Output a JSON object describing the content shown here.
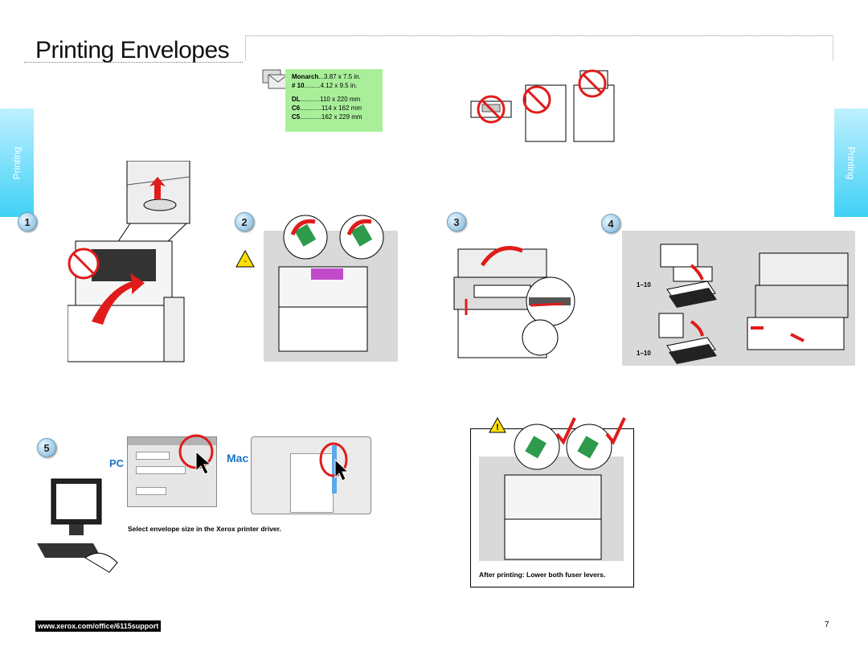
{
  "page": {
    "title": "Printing Envelopes",
    "side_tab_label": "Printing",
    "page_number": "7",
    "support_url": "www.xerox.com/office/6115support"
  },
  "envelope_sizes": [
    {
      "name": "Monarch",
      "dots": "...",
      "size": "3.87 x 7.5 in."
    },
    {
      "name": "# 10",
      "dots": ".........",
      "size": "4.12 x 9.5 in."
    },
    {
      "name": "DL",
      "dots": "...........",
      "size": "110 x 220 mm"
    },
    {
      "name": "C6",
      "dots": "............",
      "size": "114 x 162 mm"
    },
    {
      "name": "C5",
      "dots": "............",
      "size": "162 x 229 mm"
    }
  ],
  "steps": [
    "1",
    "2",
    "3",
    "4",
    "5"
  ],
  "step4": {
    "stack_label_1": "1–10",
    "stack_label_2": "1–10"
  },
  "step5": {
    "pc_label": "PC",
    "mac_label": "Mac",
    "caption": "Select envelope size in the Xerox printer driver."
  },
  "after_print": {
    "caption": "After printing: Lower both fuser levers."
  },
  "colors": {
    "tab": "#3fd1f5",
    "env_box": "#a9ef9a",
    "accent_red": "#e01b1b",
    "mac_blue": "#1a73c9"
  }
}
